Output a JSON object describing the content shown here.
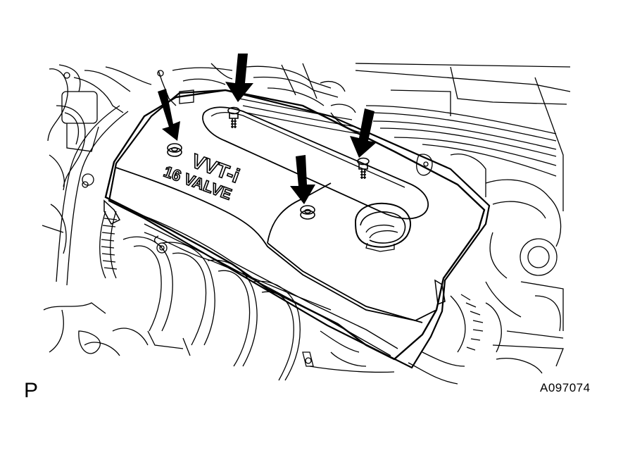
{
  "figure": {
    "view_code": "P",
    "figure_id": "A097074"
  },
  "cover": {
    "emblem_line1": "VVT-i",
    "emblem_line2": "16 VALVE"
  },
  "arrows": [
    {
      "target": "nut"
    },
    {
      "target": "bolt"
    },
    {
      "target": "bolt"
    },
    {
      "target": "nut"
    }
  ],
  "colors": {
    "ink": "#000000",
    "paper": "#ffffff"
  }
}
